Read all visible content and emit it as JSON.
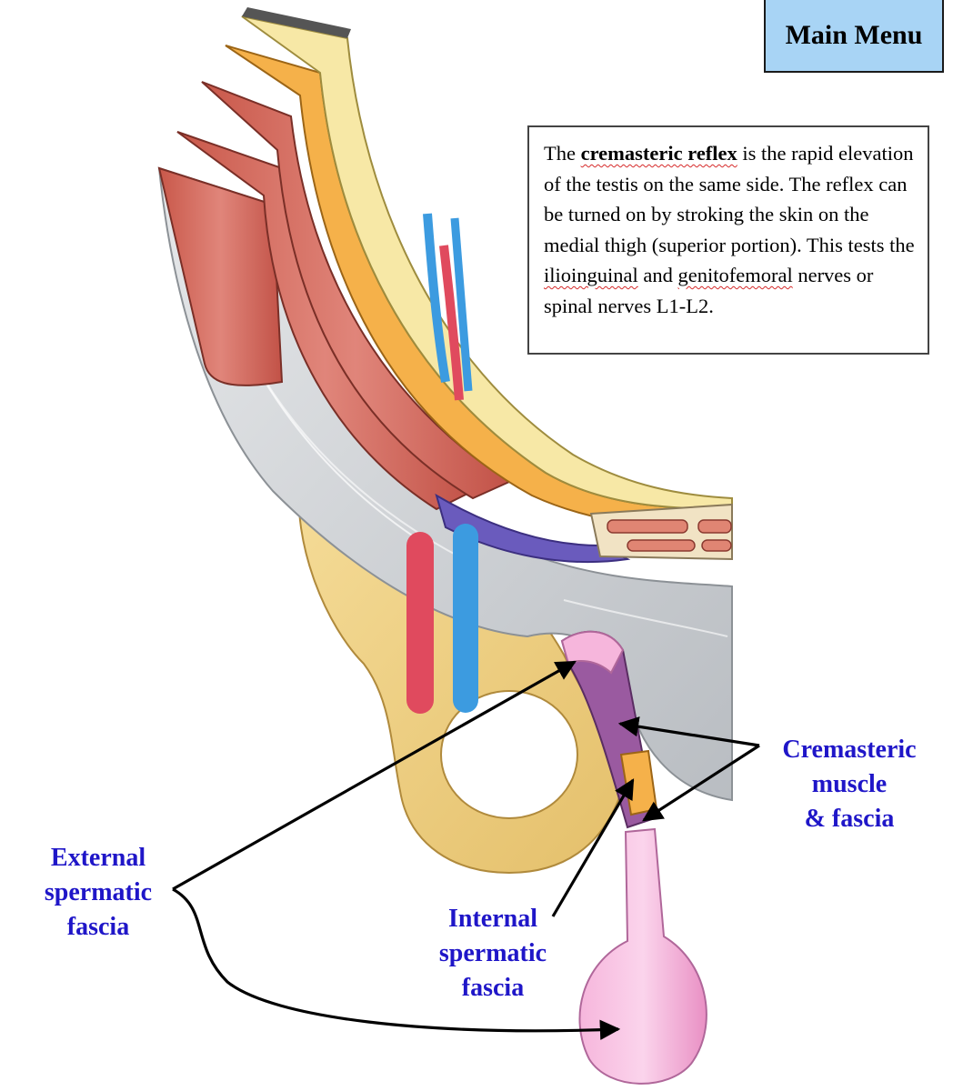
{
  "menu": {
    "main_menu_label": "Main Menu"
  },
  "info": {
    "text_before": "The ",
    "term": "cremasteric reflex",
    "text_line1_rest": " is the rapid elevation of the testis on the same side.  The reflex can be turned on by stroking the skin on the medial thigh (superior portion).  This tests the ",
    "nerve_1": "ilioinguinal",
    "text_and": " and ",
    "nerve_2": "genitofemoral",
    "text_end": " nerves or spinal nerves L1-L2."
  },
  "labels": {
    "external": [
      "External",
      "spermatic",
      "fascia"
    ],
    "internal": [
      "Internal",
      "spermatic",
      "fascia"
    ],
    "cremasteric": [
      "Cremasteric",
      "muscle",
      "& fascia"
    ]
  },
  "colors": {
    "label_text": "#1f16c8",
    "menu_bg": "#a8d4f5",
    "muscle": "#d9705f",
    "fascia_orange": "#f5b14a",
    "fat_yellow": "#f7e8a6",
    "bone": "#f1d48a",
    "aponeurosis": "#d6d9dc",
    "artery": "#e04a5e",
    "vein": "#3c9be0",
    "testis_pink": "#f3a8d4",
    "transversalis_purple": "#6a5bbd"
  }
}
